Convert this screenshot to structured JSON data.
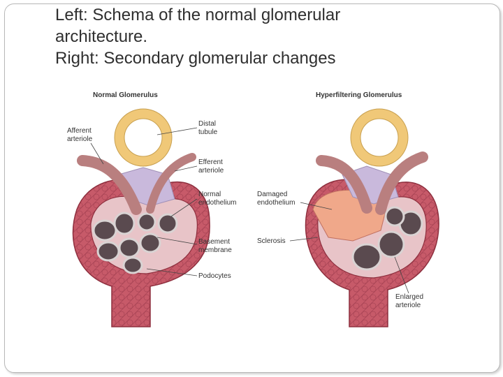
{
  "slide": {
    "title_lines": [
      "Left: Schema of the normal glomerular",
      "architecture.",
      "Right: Secondary glomerular changes"
    ]
  },
  "figure": {
    "left_title": "Normal Glomerulus",
    "right_title": "Hyperfiltering Glomerulus",
    "left_labels": {
      "afferent": [
        "Afferent",
        "arteriole"
      ],
      "distal": [
        "Distal",
        "tubule"
      ],
      "efferent": [
        "Efferent",
        "arteriole"
      ],
      "endothelium": [
        "Normal",
        "endothelium"
      ],
      "basement": [
        "Basement",
        "membrane"
      ],
      "podocytes": [
        "Podocytes"
      ]
    },
    "right_labels": {
      "damaged": [
        "Damaged",
        "endothelium"
      ],
      "sclerosis": [
        "Sclerosis"
      ],
      "enlarged": [
        "Enlarged",
        "arteriole"
      ]
    }
  },
  "colors": {
    "capsule": "#c75a69",
    "capsule_dark": "#8e2f3e",
    "tubule": "#f4d79a",
    "vessel": "#b97f7f",
    "mesangium": "#c9b9dc",
    "sclerosis": "#f0a88a"
  }
}
